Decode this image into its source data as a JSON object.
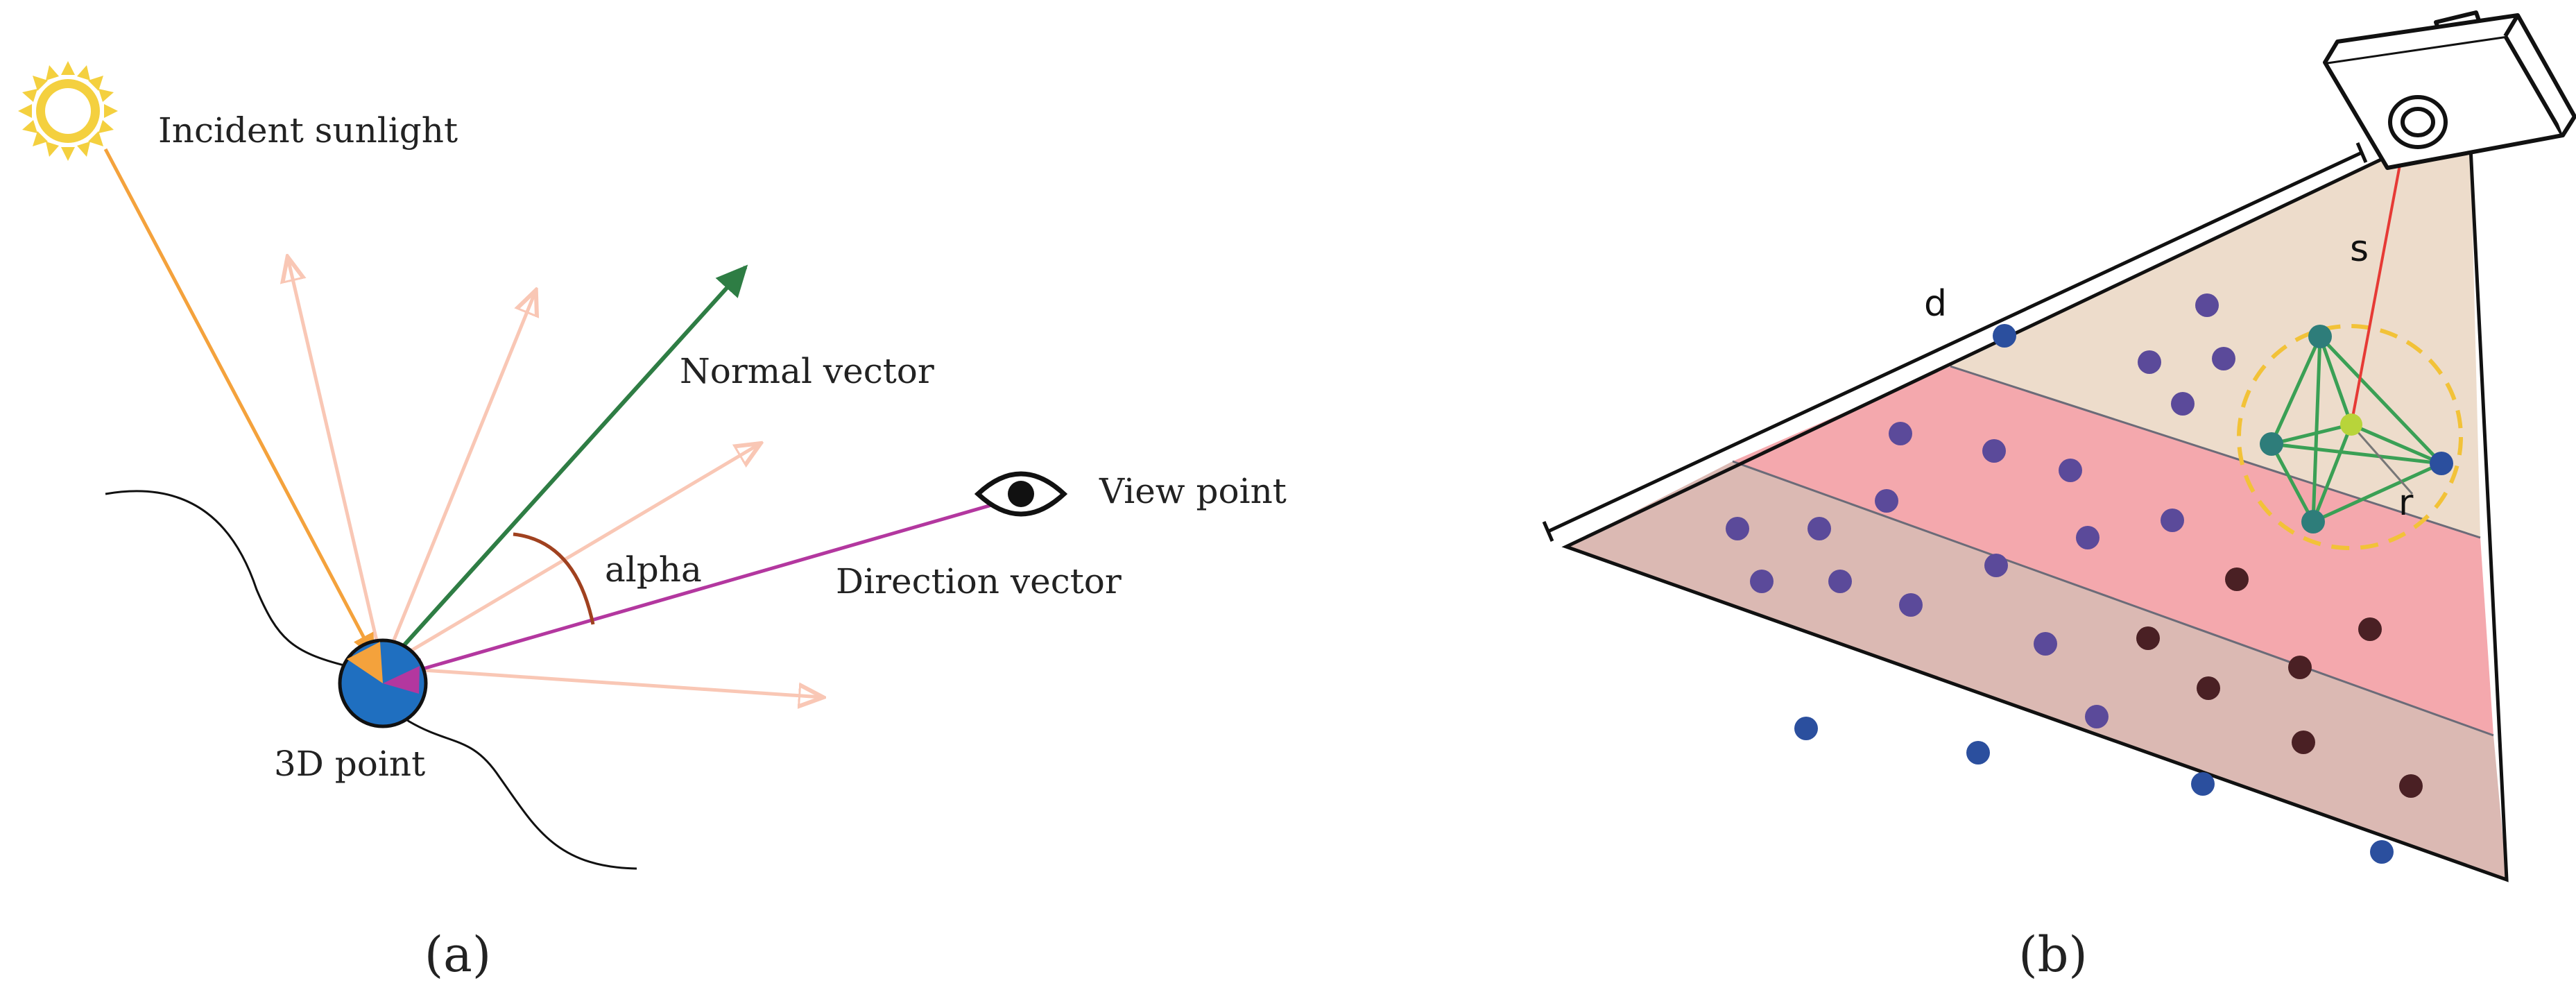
{
  "panel_a": {
    "label": "(a)",
    "incident_label": "Incident sunlight",
    "normal_label": "Normal vector",
    "view_label": "View point",
    "direction_label": "Direction vector",
    "angle_label": "alpha",
    "point_label": "3D point",
    "colors": {
      "sunlight": "#f4a23c",
      "reflection": "#f9c7b5",
      "normal": "#2e7d44",
      "direction": "#b3379f",
      "angle": "#a0411f",
      "point": "#1f6fc0",
      "sun": "#f4d03f"
    }
  },
  "panel_b": {
    "label": "(b)",
    "distance_label": "d",
    "range_label": "s",
    "radius_label": "r",
    "colors": {
      "band_far": "#eddccb",
      "band_mid": "#f4a8ad",
      "band_near": "#dbb9b3",
      "ray": "#e63a35",
      "neighborhood": "#3aa055",
      "search_circle": "#f2c238",
      "point_blue": "#2b4f9e",
      "point_purple": "#5b4a9a",
      "point_dark": "#4a2024"
    }
  }
}
